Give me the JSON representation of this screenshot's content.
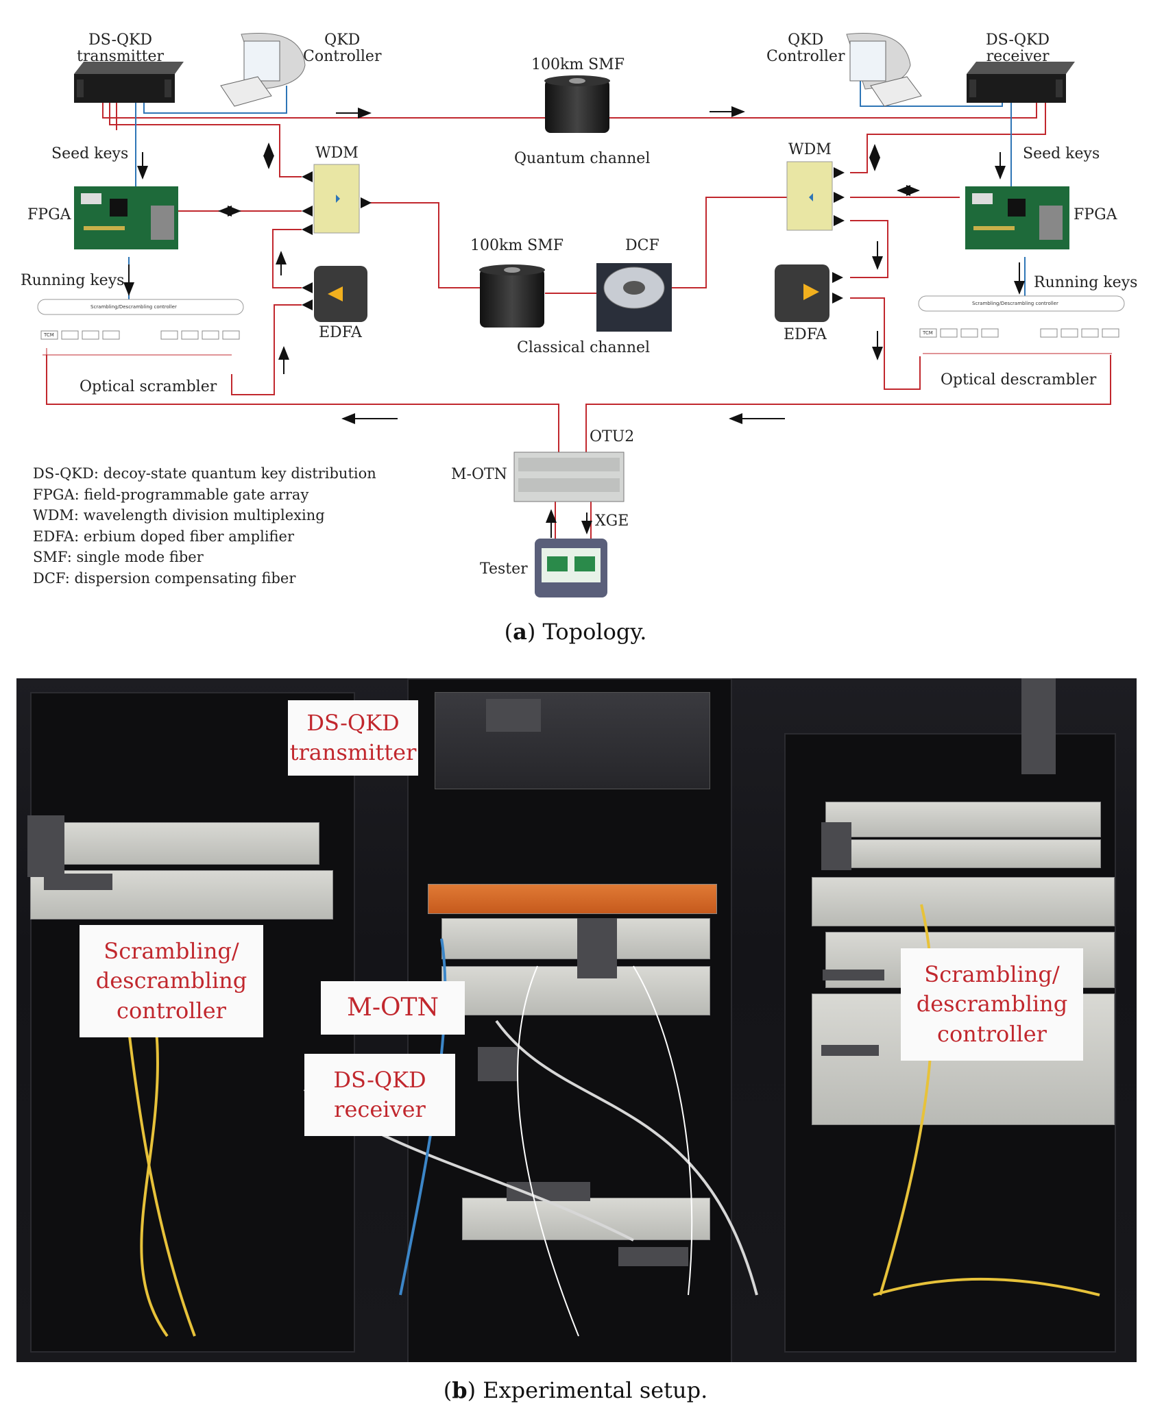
{
  "topology": {
    "ds_qkd_transmitter": "DS-QKD\ntransmitter",
    "qkd_controller_left": "QKD\nController",
    "qkd_controller_right": "QKD\nController",
    "ds_qkd_receiver": "DS-QKD\nreceiver",
    "smf_quantum": "100km SMF",
    "quantum_channel": "Quantum channel",
    "seed_keys_left": "Seed keys",
    "seed_keys_right": "Seed keys",
    "fpga_left": "FPGA",
    "fpga_right": "FPGA",
    "wdm_left": "WDM",
    "wdm_right": "WDM",
    "running_keys_left": "Running keys",
    "running_keys_right": "Running keys",
    "edfa_left": "EDFA",
    "edfa_right": "EDFA",
    "smf_classical": "100km SMF",
    "dcf": "DCF",
    "classical_channel": "Classical channel",
    "optical_scrambler": "Optical scrambler",
    "optical_descrambler": "Optical descrambler",
    "otu2": "OTU2",
    "m_otn": "M-OTN",
    "xge": "XGE",
    "tester": "Tester",
    "controller_bar_left": "Scrambling/Descrambling controller",
    "controller_bar_right": "Scrambling/Descrambling controller",
    "tcm_label": "TCM",
    "tcm_label_right": "TCM"
  },
  "legend": [
    "DS-QKD: decoy-state quantum key distribution",
    "FPGA: field-programmable gate array",
    "WDM: wavelength division multiplexing",
    "EDFA: erbium doped fiber amplifier",
    "SMF: single mode fiber",
    "DCF: dispersion compensating fiber"
  ],
  "caption_a": {
    "letter": "a",
    "text": " Topology."
  },
  "caption_b": {
    "letter": "b",
    "text": " Experimental setup."
  },
  "photo_tags": {
    "transmitter": "DS-QKD\ntransmitter",
    "controller_left": "Scrambling/\ndescrambling\ncontroller",
    "m_otn": "M-OTN",
    "receiver": "DS-QKD\nreceiver",
    "controller_right": "Scrambling/\ndescrambling\ncontroller"
  },
  "colors": {
    "fiber": "#c1272d",
    "electrical": "#2e75b6",
    "wdm": "#e9e6a4",
    "edfa": "#3a3a3a",
    "amp_triangle": "#f2b01e",
    "tag_text": "#c1272d"
  }
}
